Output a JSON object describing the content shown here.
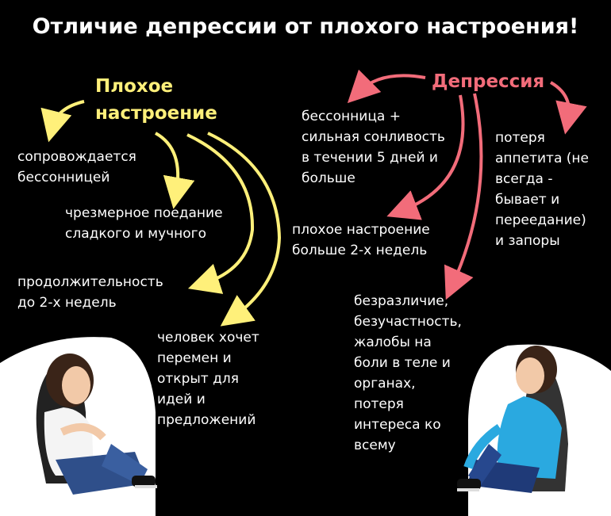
{
  "title": "Отличие депрессии от плохого настроения!",
  "colors": {
    "background": "#000000",
    "bad_mood": "#FFF07A",
    "depression": "#F26C7A",
    "text": "#FFFFFF",
    "floor": "#FFFFFF"
  },
  "bad_mood": {
    "heading": "Плохое\nнастроение",
    "items": [
      "сопровождается\nбессонницей",
      "чрезмерное поедание\nсладкого и мучного",
      "продолжительность\nдо 2-х недель",
      "человек хочет\nперемен и\nоткрыт для\nидей и\nпредложений"
    ]
  },
  "depression": {
    "heading": "Депрессия",
    "items": [
      "бессонница +\nсильная сонливость\nв течении 5 дней и\nбольше",
      "потеря\nаппетита (не\nвсегда -\nбывает и\nпереедание)\nи запоры",
      "плохое настроение\nбольше 2-х недель",
      "безразличие,\nбезучастность,\nжалобы на\nболи в теле и\nорганах,\nпотеря\nинтереса ко\nвсему"
    ]
  },
  "icons": [
    "sad-girl-figure",
    "sad-boy-figure"
  ]
}
